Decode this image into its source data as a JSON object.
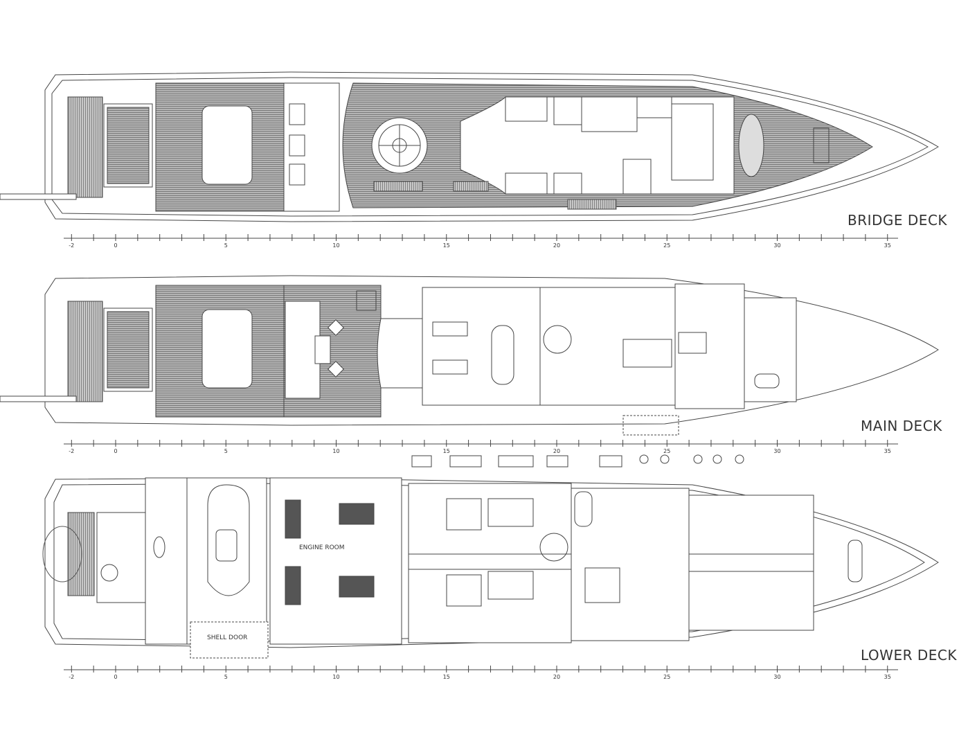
{
  "decks": [
    {
      "name": "bridge",
      "title": "BRIDGE DECK"
    },
    {
      "name": "main",
      "title": "MAIN DECK"
    },
    {
      "name": "lower",
      "title": "LOWER DECK"
    }
  ],
  "labels": {
    "engine_room": "ENGINE ROOM",
    "shell_door": "SHELL DOOR"
  },
  "scale": {
    "unit_ticks_from": -2,
    "unit_ticks_to": 35,
    "tick_labels": [
      -2,
      0,
      5,
      10,
      15,
      20,
      25,
      30,
      35
    ]
  },
  "colors": {
    "line": "#444444",
    "deck_planking": "#9a9a9a",
    "background": "#ffffff"
  }
}
